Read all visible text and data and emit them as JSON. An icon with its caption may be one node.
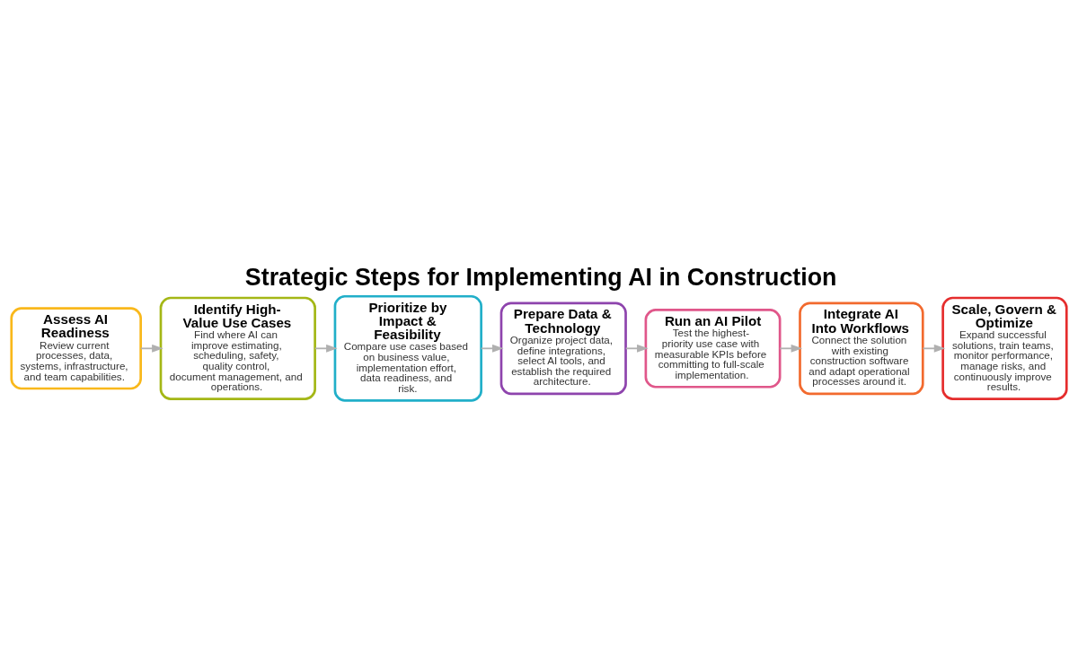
{
  "diagram": {
    "title": "Strategic Steps for Implementing AI in Construction",
    "nodes": [
      {
        "text": [
          "Assess AI Readiness",
          "Review current processes, data, systems, infrastructure, and team capabilities."
        ]
      },
      {
        "text": [
          "Identify High-Value Use Cases",
          "Find where AI can improve estimating, scheduling, safety, quality control, document management, and operations."
        ]
      },
      {
        "text": [
          "Prioritize by Impact & Feasibility",
          "Compare use cases based on business value, implementation effort, data readiness, and risk."
        ]
      },
      {
        "text": [
          "Prepare Data & Technology",
          "Organize project data, define integrations, select AI tools, and establish the required architecture."
        ]
      },
      {
        "text": [
          "Run an AI Pilot",
          "Test the highest-priority use case with measurable KPIs before committing to full-scale implementation."
        ]
      },
      {
        "text": [
          "Integrate AI Into Workflows",
          "Connect the solution with existing construction software and adapt operational processes around it."
        ]
      },
      {
        "text": [
          "Scale, Govern & Optimize",
          "Expand successful solutions, train teams, monitor performance, manage risks, and continuously improve results."
        ]
      }
    ],
    "edges": [
      {
        "from": 0,
        "to": 1,
        "arrow": "to"
      },
      {
        "from": 1,
        "to": 2,
        "arrow": "to"
      },
      {
        "from": 2,
        "to": 3,
        "arrow": "to"
      },
      {
        "from": 3,
        "to": 4,
        "arrow": "to"
      },
      {
        "from": 4,
        "to": 5,
        "arrow": "to"
      },
      {
        "from": 5,
        "to": 6,
        "arrow": "to"
      }
    ]
  }
}
